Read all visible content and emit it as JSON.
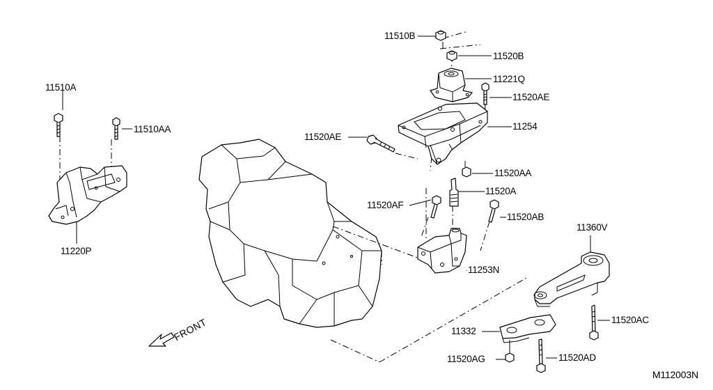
{
  "labels": {
    "p11510B": "11510B",
    "p11520B": "11520B",
    "p11221Q": "11221Q",
    "p11520AE_r": "11520AE",
    "p11254": "11254",
    "p11520AE_l": "11520AE",
    "p11520AA": "11520AA",
    "p11520A": "11520A",
    "p11520AF": "11520AF",
    "p11520AB": "11520AB",
    "p11253N": "11253N",
    "p11510A": "11510A",
    "p11510AA": "11510AA",
    "p11220P": "11220P",
    "p11360V": "11360V",
    "p11520AC": "11520AC",
    "p11332": "11332",
    "p11520AG": "11520AG",
    "p11520AD": "11520AD"
  },
  "front": "FRONT",
  "diagram_code": "M112003N"
}
